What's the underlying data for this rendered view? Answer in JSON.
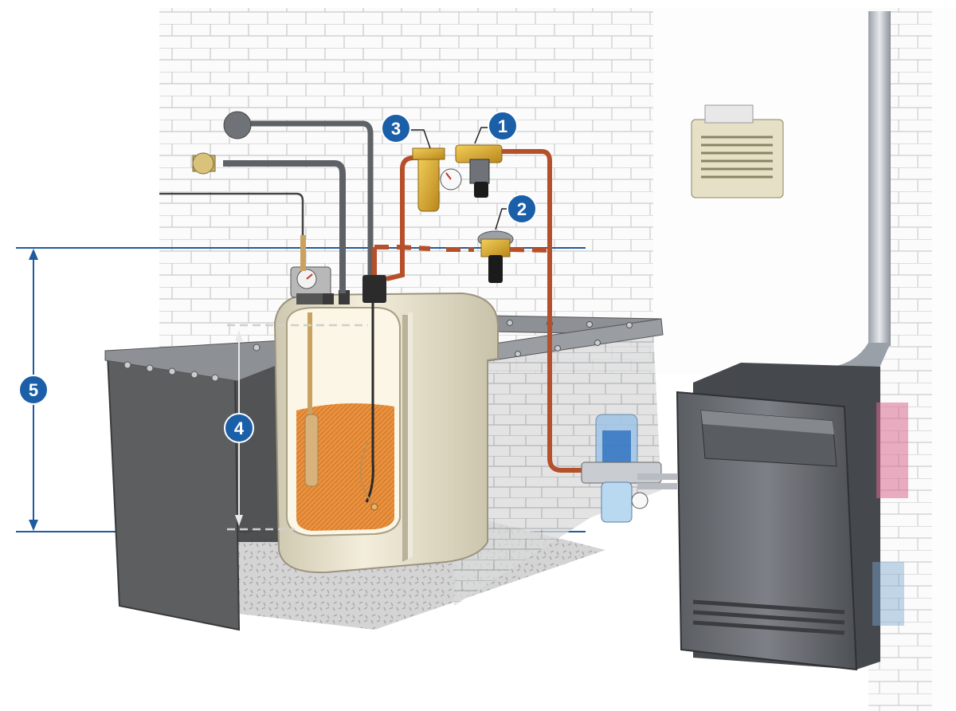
{
  "colors": {
    "marker_fill": "#1a5fa8",
    "dimension_line": "#1f5c9e",
    "copper_pipe": "#b5502a",
    "brass": "#d8a628",
    "oil": "#e88a35",
    "tank_shell": "#e9e3cf",
    "bund_wall": "#5f5f5f",
    "boiler_body": "#6e7176",
    "wall_grid": "#cfcfcf"
  },
  "markers": [
    {
      "id": "1",
      "label": "1",
      "icon": "shutoff-valve-icon"
    },
    {
      "id": "2",
      "label": "2",
      "icon": "shutoff-valve-alt-icon"
    },
    {
      "id": "3",
      "label": "3",
      "icon": "filter-gauge-icon"
    },
    {
      "id": "4",
      "label": "4",
      "icon": "fill-height-dimension"
    },
    {
      "id": "5",
      "label": "5",
      "icon": "height-difference-dimension"
    }
  ]
}
